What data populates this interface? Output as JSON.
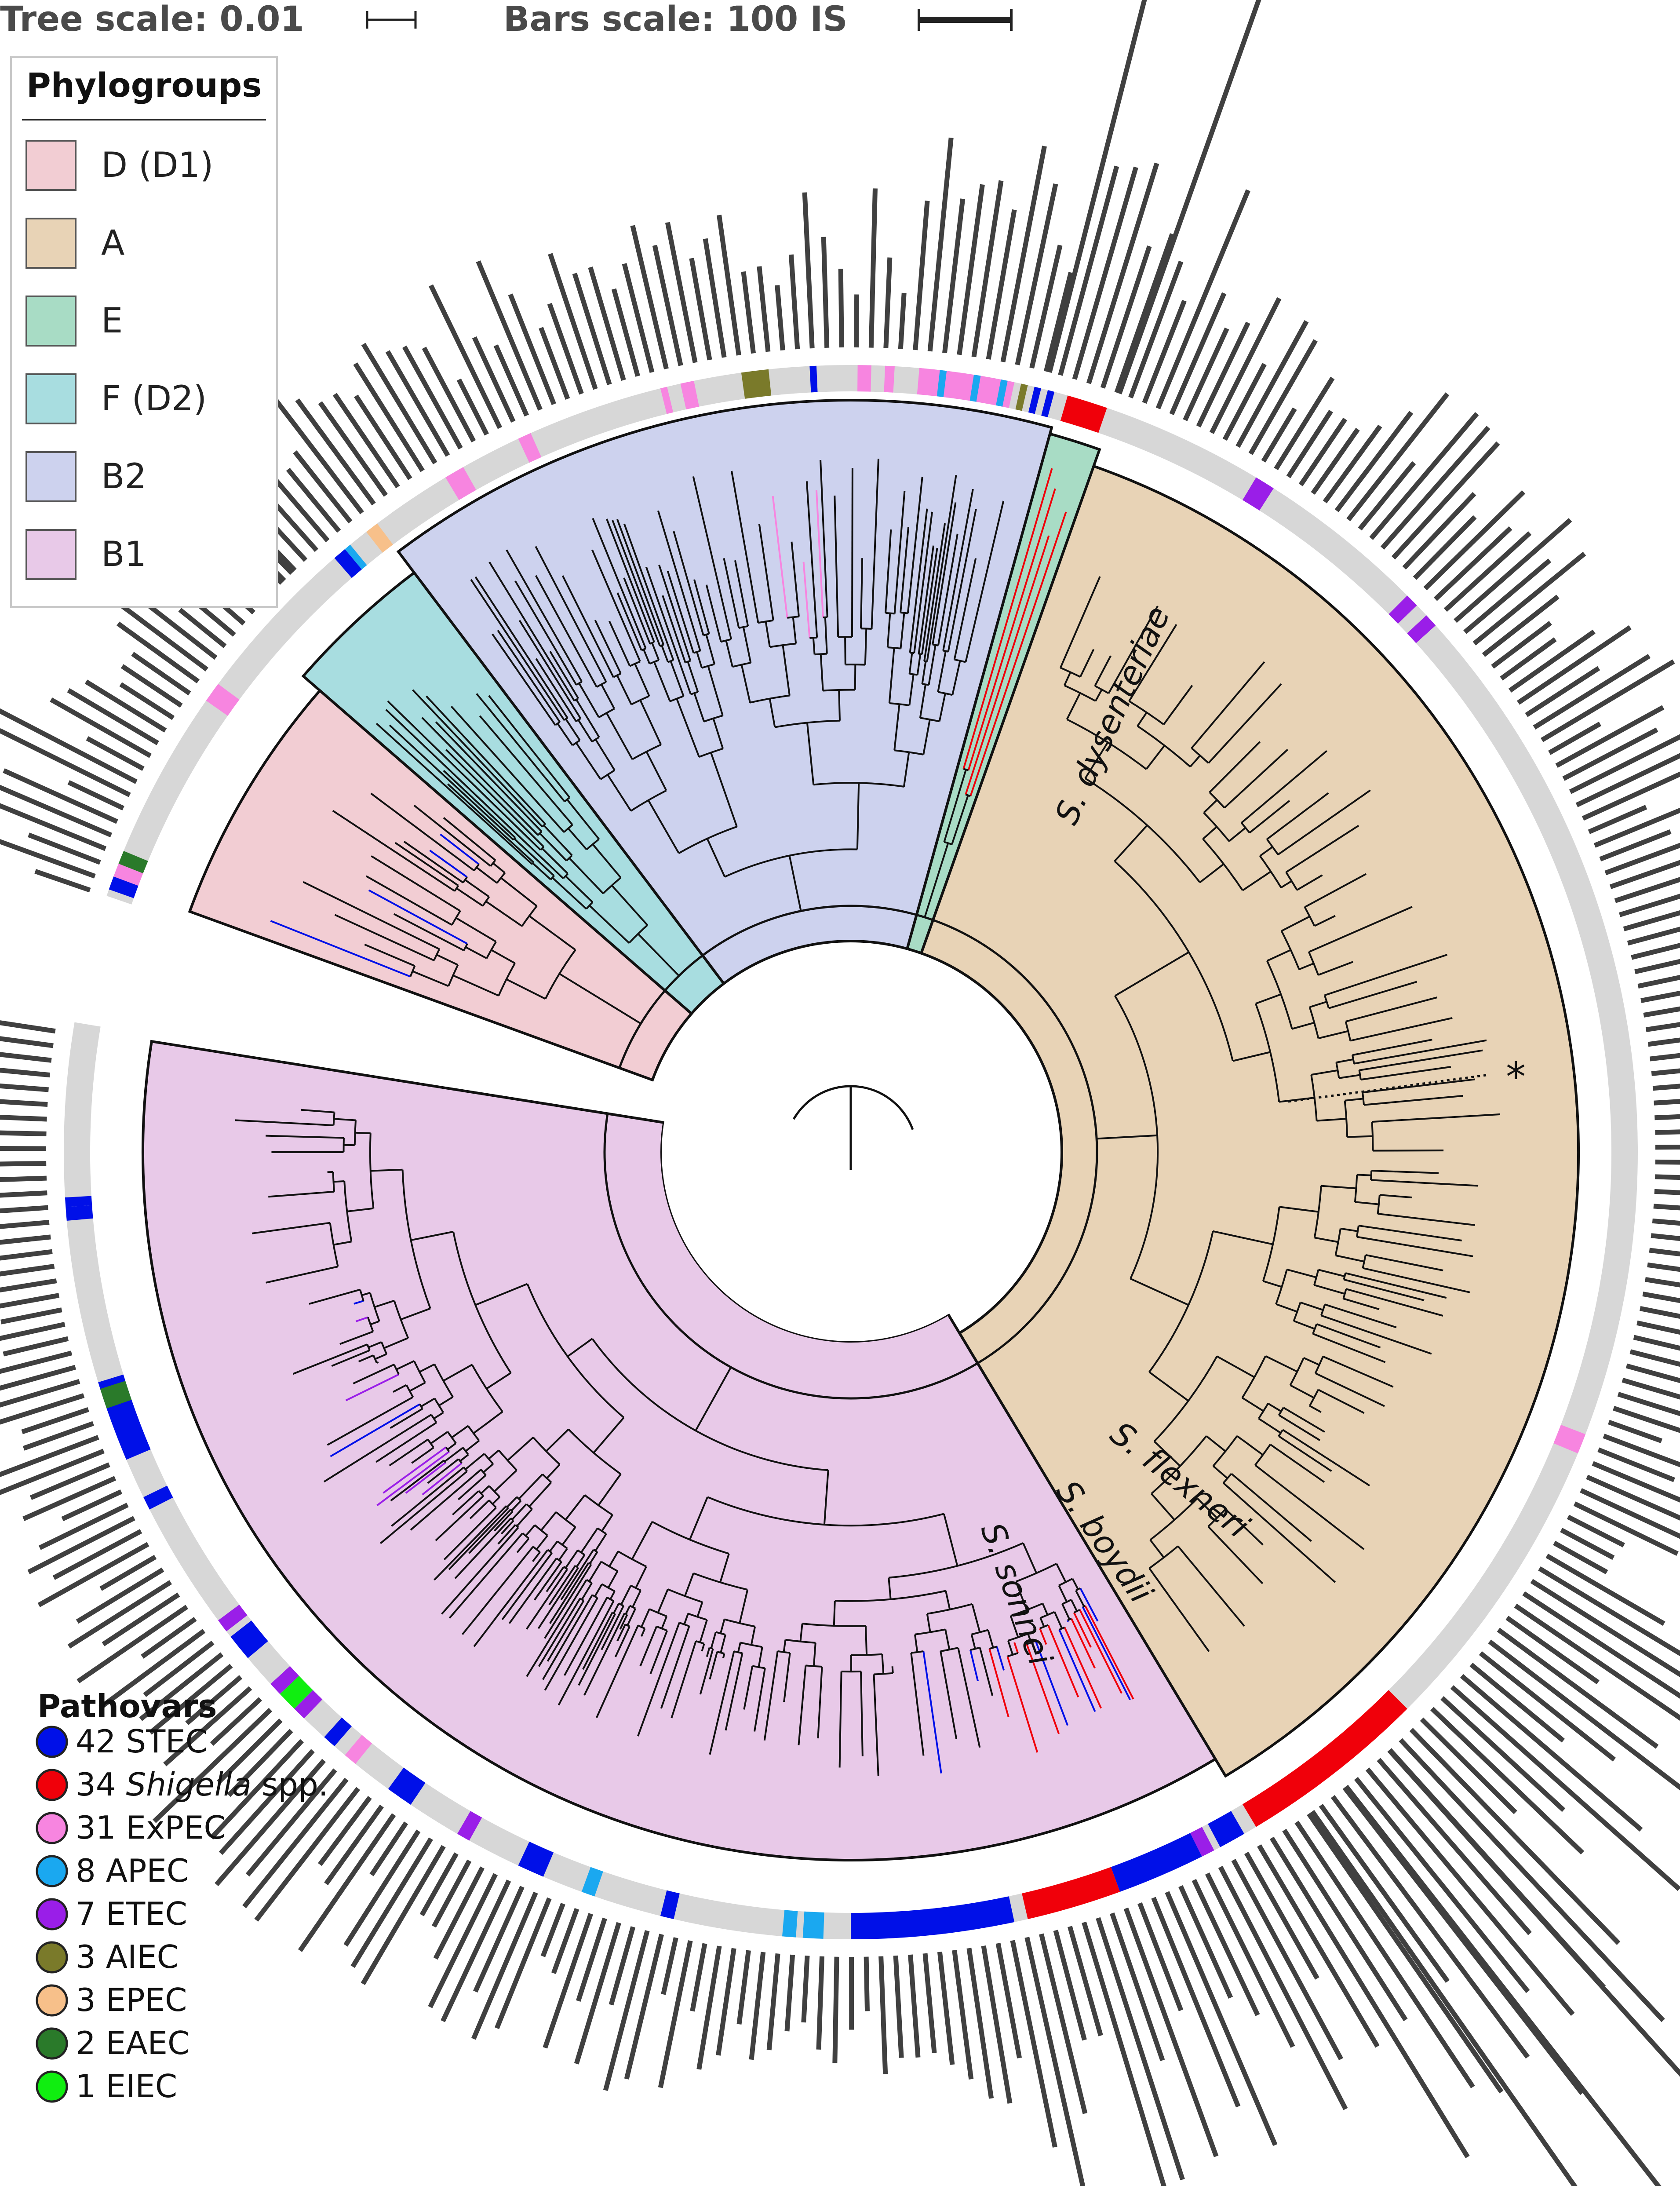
{
  "header": {
    "tree_scale_label": "Tree scale: 0.01",
    "bars_scale_label": "Bars scale: 100 IS"
  },
  "phylogroups_legend": {
    "title": "Phylogroups",
    "items": [
      {
        "label": "D (D1)",
        "color": "#f2cdd3"
      },
      {
        "label": "A",
        "color": "#e8d3b6"
      },
      {
        "label": "E",
        "color": "#a8dcc5"
      },
      {
        "label": "F (D2)",
        "color": "#a8dde0"
      },
      {
        "label": "B2",
        "color": "#cdd2ee"
      },
      {
        "label": "B1",
        "color": "#e8c9e8"
      }
    ]
  },
  "pathovars_legend": {
    "title": "Pathovars",
    "items": [
      {
        "count": "42",
        "label": "STEC",
        "italic_part": "",
        "color": "#0010e8"
      },
      {
        "count": "34",
        "label": "spp.",
        "italic_part": "Shigella",
        "color": "#f0000a"
      },
      {
        "count": "31",
        "label": "ExPEC",
        "italic_part": "",
        "color": "#f785e0"
      },
      {
        "count": "8",
        "label": "APEC",
        "italic_part": "",
        "color": "#1aa8f0"
      },
      {
        "count": "7",
        "label": "ETEC",
        "italic_part": "",
        "color": "#9a1ee8"
      },
      {
        "count": "3",
        "label": "AIEC",
        "italic_part": "",
        "color": "#7a7a2a"
      },
      {
        "count": "3",
        "label": "EPEC",
        "italic_part": "",
        "color": "#f7c08a"
      },
      {
        "count": "2",
        "label": "EAEC",
        "italic_part": "",
        "color": "#2a7a2a"
      },
      {
        "count": "1",
        "label": "EIEC",
        "italic_part": "",
        "color": "#10ee10"
      }
    ]
  },
  "clade_labels": {
    "dysenteriae": "S. dysenteriae",
    "flexneri": "S. flexneri",
    "boydii": "S. boydii",
    "sonnei": "S. sonnei",
    "asterisk": "*"
  },
  "colors": {
    "ring_gray": "#d7d7d7",
    "bars": "#404040",
    "outline": "#111111"
  }
}
